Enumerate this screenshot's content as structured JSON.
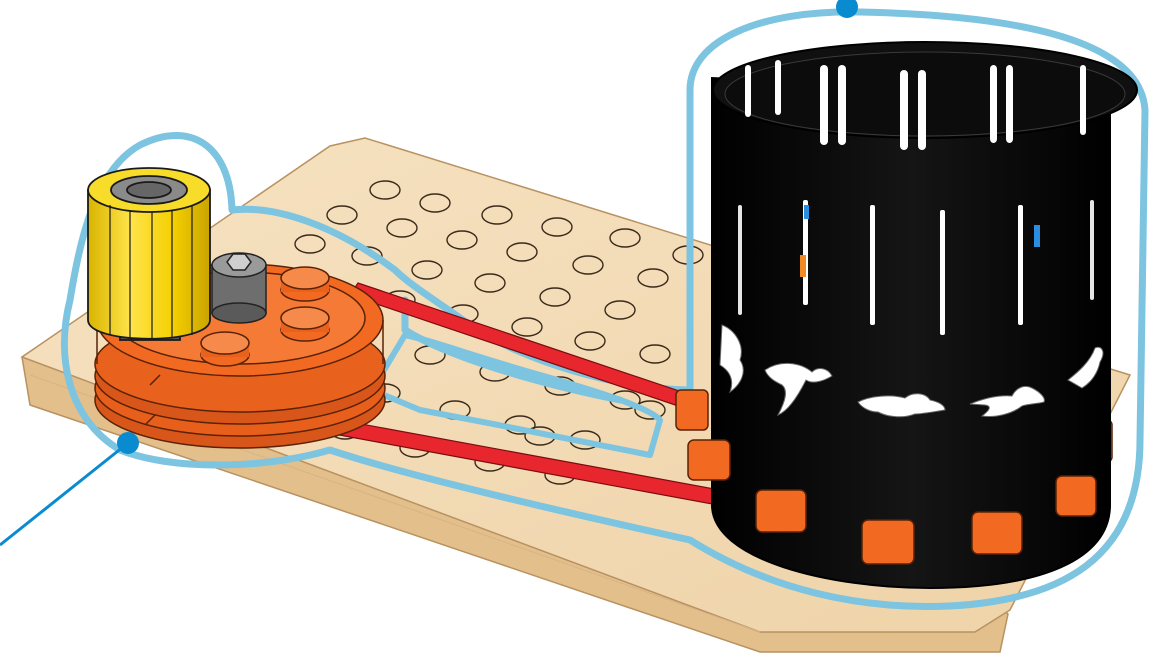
{
  "figure": {
    "subject": "zoetrope-on-pegboard",
    "parts": [
      {
        "id": "pegboard",
        "color": "#f2d9b3"
      },
      {
        "id": "crank-handle",
        "color": "#f4d000"
      },
      {
        "id": "pulley",
        "color": "#f26a21"
      },
      {
        "id": "drive-belt",
        "color": "#e8262d"
      },
      {
        "id": "zoetrope-drum",
        "color": "#0b0b0b"
      },
      {
        "id": "drum-tabs",
        "color": "#f26a21"
      }
    ],
    "callouts": [
      {
        "id": "callout-crank",
        "color": "#0a8bd0"
      },
      {
        "id": "callout-drum",
        "color": "#0a8bd0"
      }
    ],
    "outline_color": "#7cc4e0",
    "animation_frames": 5
  }
}
